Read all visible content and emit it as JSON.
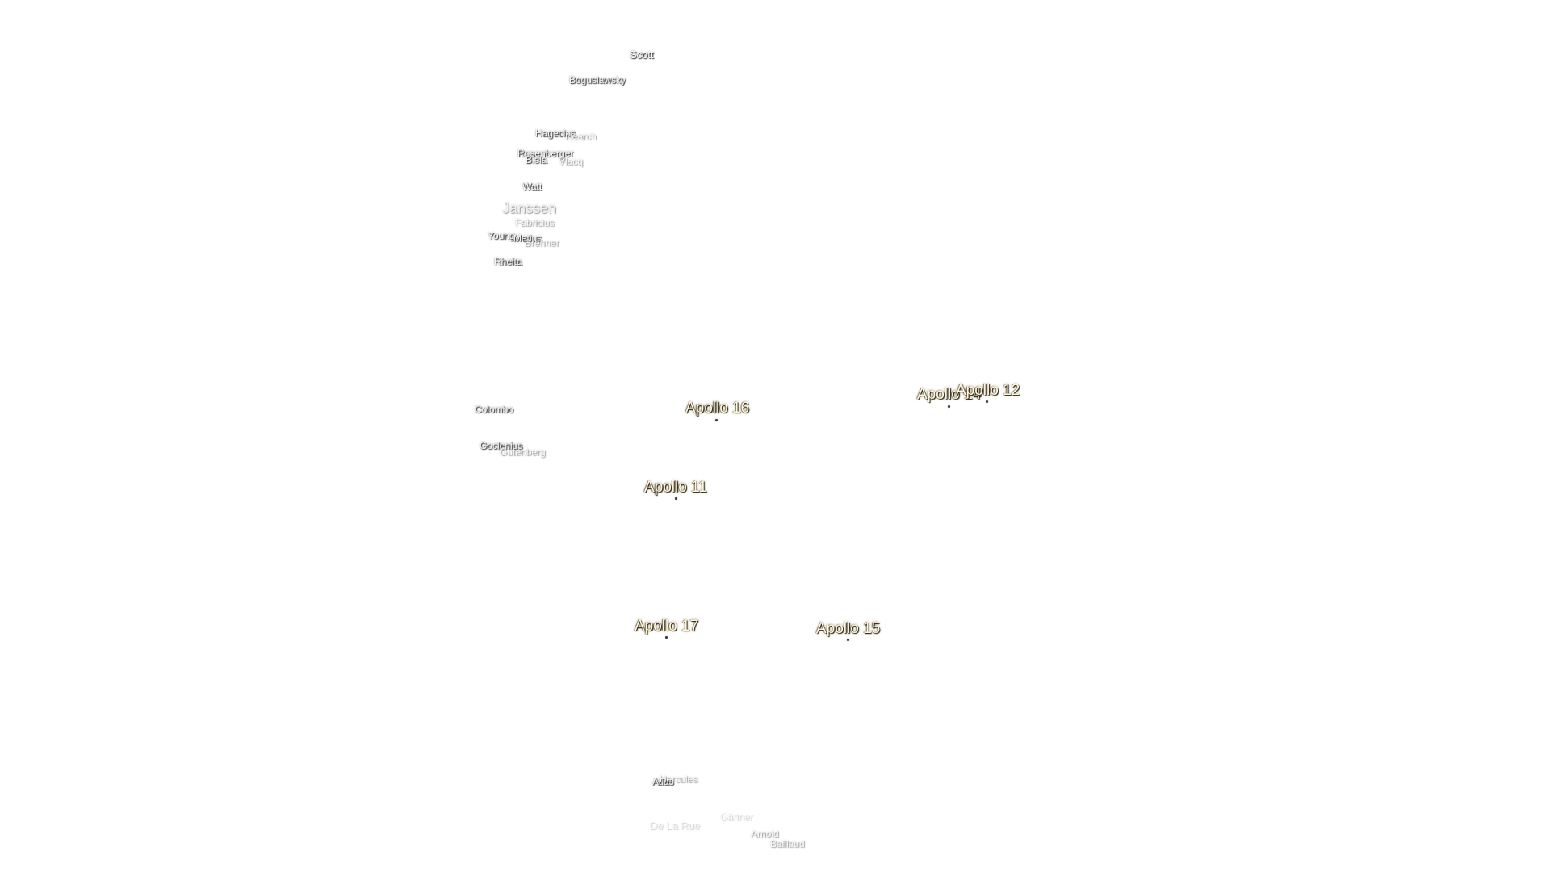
{
  "map": {
    "colors": {
      "background": "#ffffff",
      "crater_label": "#f4f4f4",
      "apollo_label": "#fff7e0"
    },
    "apollo_sites": [
      {
        "id": "apollo-11",
        "label": "Apollo 11"
      },
      {
        "id": "apollo-12",
        "label": "Apollo 12"
      },
      {
        "id": "apollo-14",
        "label": "Apollo 14"
      },
      {
        "id": "apollo-15",
        "label": "Apollo 15"
      },
      {
        "id": "apollo-16",
        "label": "Apollo 16"
      },
      {
        "id": "apollo-17",
        "label": "Apollo 17"
      }
    ],
    "craters": [
      {
        "id": "scott",
        "label": "Scott"
      },
      {
        "id": "boguslawsky",
        "label": "Boguslawsky"
      },
      {
        "id": "hagecius",
        "label": "Hagecius"
      },
      {
        "id": "nearch",
        "label": "Nearch"
      },
      {
        "id": "rosenberger",
        "label": "Rosenberger"
      },
      {
        "id": "biela",
        "label": "Biela"
      },
      {
        "id": "vlacq",
        "label": "Vlacq"
      },
      {
        "id": "watt",
        "label": "Watt"
      },
      {
        "id": "janssen",
        "label": "Janssen"
      },
      {
        "id": "fabricius",
        "label": "Fabricius"
      },
      {
        "id": "young",
        "label": "Young"
      },
      {
        "id": "metius",
        "label": "Metius"
      },
      {
        "id": "brenner",
        "label": "Brenner"
      },
      {
        "id": "rheita",
        "label": "Rheita"
      },
      {
        "id": "colombo",
        "label": "Colombo"
      },
      {
        "id": "goclenius",
        "label": "Goclenius"
      },
      {
        "id": "gutenberg",
        "label": "Gutenberg"
      },
      {
        "id": "atlas",
        "label": "Atlas"
      },
      {
        "id": "hercules",
        "label": "Hercules"
      },
      {
        "id": "gartner",
        "label": "Gärtner"
      },
      {
        "id": "de-la-rue",
        "label": "De La Rue"
      },
      {
        "id": "arnold",
        "label": "Arnold"
      },
      {
        "id": "baillaud",
        "label": "Baillaud"
      }
    ]
  }
}
